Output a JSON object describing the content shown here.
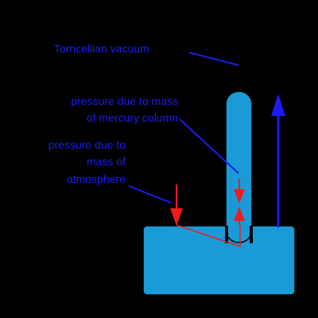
{
  "labels": {
    "vacuum": "Torricellian vacuum",
    "mercury_line1": "pressure due to mass",
    "mercury_line2": "of mercury column",
    "atmosphere_line1": "pressure due to",
    "atmosphere_line2": "mass of",
    "atmosphere_line3": "atmosphere"
  },
  "colors": {
    "background": "#000000",
    "mercury": "#1a9ad6",
    "text": "#1c1cf0",
    "pointer": "#1c1cf0",
    "force_arrow": "#ee1c1c",
    "height_arrow": "#1c1cf0",
    "outline": "#000000"
  }
}
